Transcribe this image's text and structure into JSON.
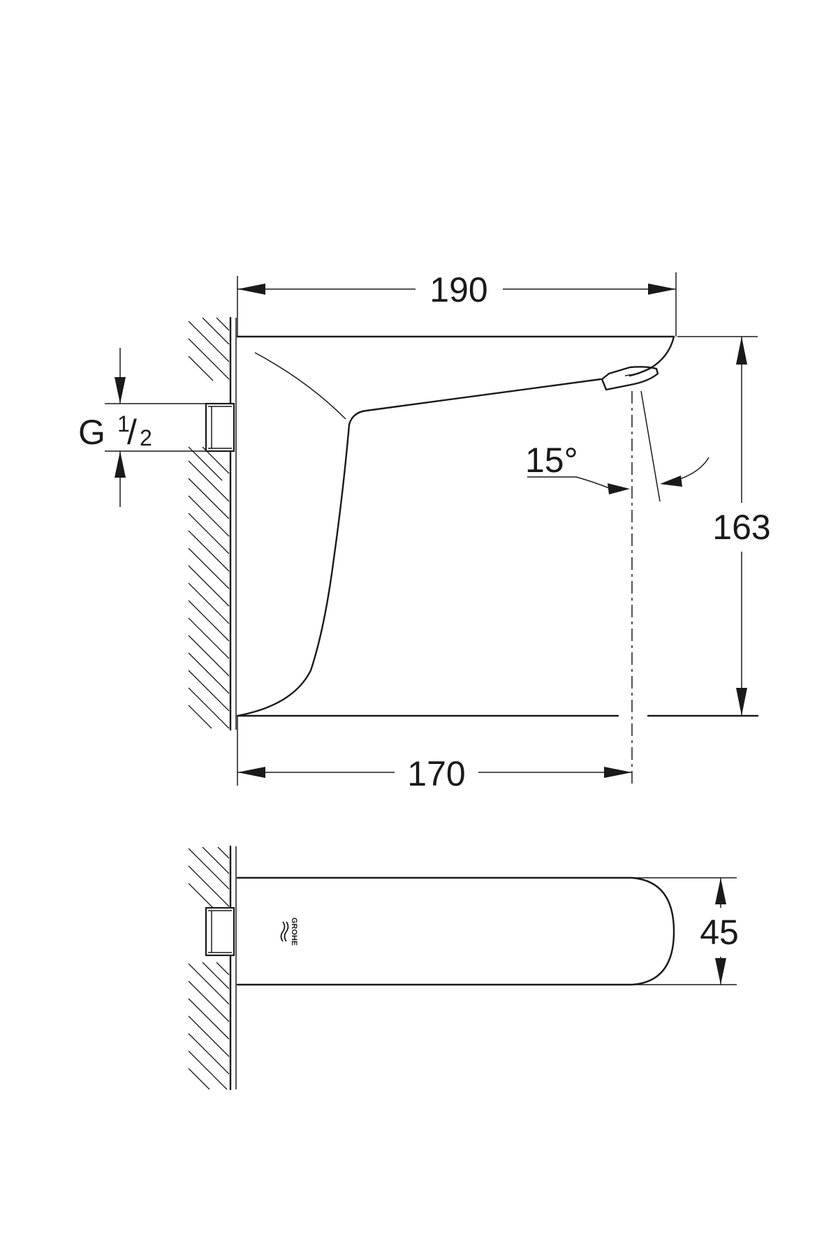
{
  "dimensions": {
    "width_total": "190",
    "height_total": "163",
    "projection": "170",
    "spray_angle": "15°",
    "body_width": "45"
  },
  "thread": {
    "letter": "G",
    "numerator": "1",
    "slash": "/",
    "denominator": "2"
  },
  "logo": {
    "text": "GROHE"
  }
}
